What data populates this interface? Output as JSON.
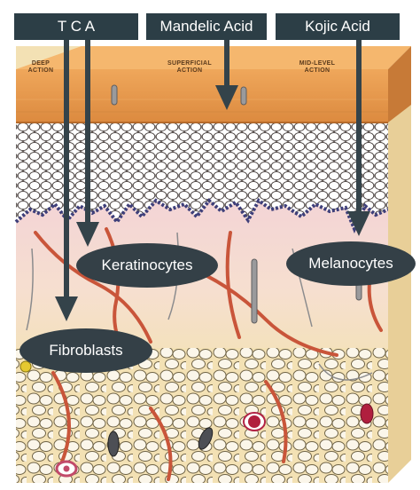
{
  "labels": {
    "tca": "T C A",
    "mandelic": "Mandelic Acid",
    "kojic": "Kojic Acid",
    "keratinocytes": "Keratinocytes",
    "melanocytes": "Melanocytes",
    "fibroblasts": "Fibroblasts"
  },
  "zones": {
    "deep": "DEEP ACTION",
    "superficial": "SUPERFICIAL ACTION",
    "mid": "MID-LEVEL ACTION"
  },
  "colors": {
    "label_bg": "#2c3e46",
    "arrow": "#34434a",
    "stratum_corneum": "#e39448",
    "epidermis_cells": "#ffffff",
    "dermis_upper": "#f2d6d5",
    "dermis_lower": "#f3e1b4",
    "blood_vessel": "#c9553a"
  }
}
